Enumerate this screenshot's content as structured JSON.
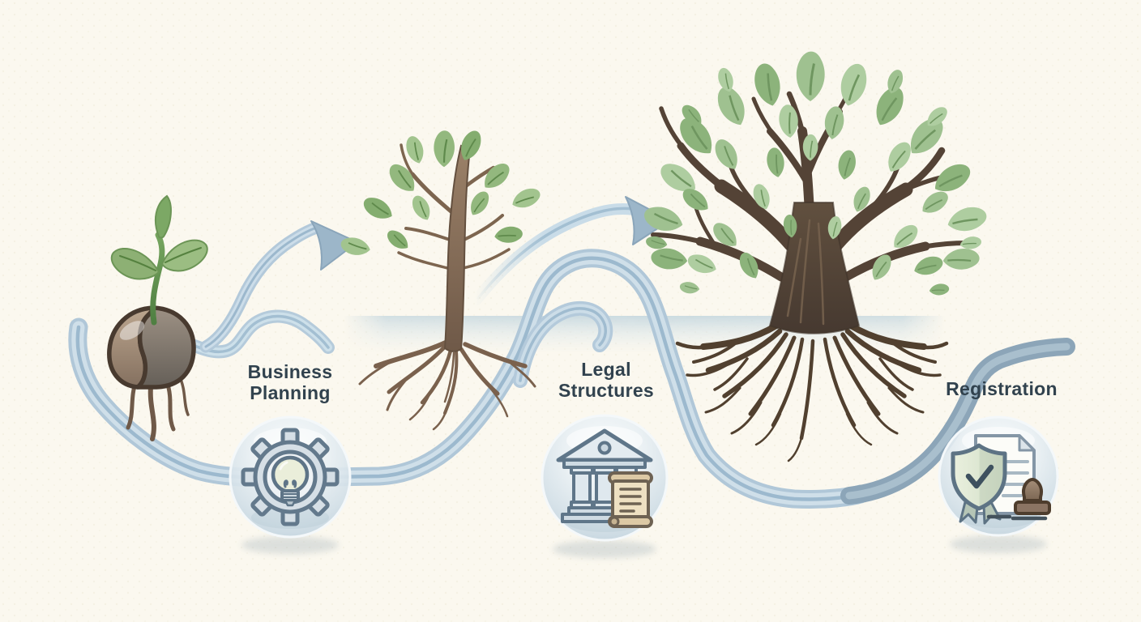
{
  "colors": {
    "background": "#fbf8ef",
    "label_text": "#31424e",
    "path_light": "#cfdfe9",
    "path_accent": "#9cb9ce",
    "path_dark_end": "#8ca5b8",
    "ground_band": "#c7d8df",
    "leaf_green": "#9fc190",
    "trunk_brown": "#5d4c3d",
    "seed_brown": "#a28b77",
    "badge_fill": "#dce7ee",
    "icon_outline": "#5e7487",
    "scroll_beige": "#eee0c2",
    "stamp_brown": "#8b7463"
  },
  "stages": [
    {
      "id": "business-planning",
      "label_lines": [
        "Business",
        "Planning"
      ],
      "icon": "gear-lightbulb-icon",
      "illustration": "sprouting-seed"
    },
    {
      "id": "legal-structures",
      "label_lines": [
        "Legal",
        "Structures"
      ],
      "icon": "bank-columns-scroll-icon",
      "illustration": "young-sapling-with-roots"
    },
    {
      "id": "registration",
      "label_lines": [
        "Registration"
      ],
      "icon": "shield-check-certificate-stamp-icon",
      "illustration": "mature-tree-with-roots"
    }
  ],
  "connector": {
    "style": "winding-path",
    "arrow_count": 2
  }
}
